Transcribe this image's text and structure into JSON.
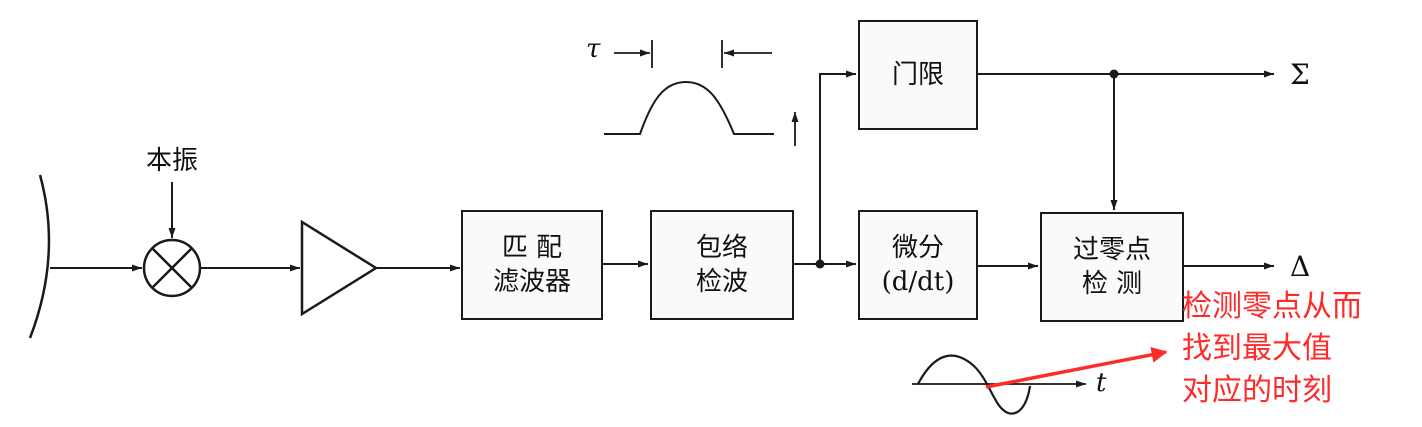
{
  "diagram": {
    "blocks": {
      "matched_filter": [
        "匹 配",
        "滤波器"
      ],
      "envelope_detector": [
        "包络",
        "检波"
      ],
      "threshold": [
        "门限"
      ],
      "differentiator": [
        "微分",
        "(d/dt)"
      ],
      "zero_crossing_detector": [
        "过零点",
        "检 测"
      ]
    },
    "labels": {
      "local_oscillator": "本振",
      "tau": "τ",
      "sigma_output": "Σ",
      "delta_output": "Δ",
      "time_axis": "t"
    },
    "annotation": {
      "lines": [
        "检测零点从而",
        "找到最大值",
        "对应的时刻"
      ],
      "color": "#ff2a2a"
    }
  }
}
